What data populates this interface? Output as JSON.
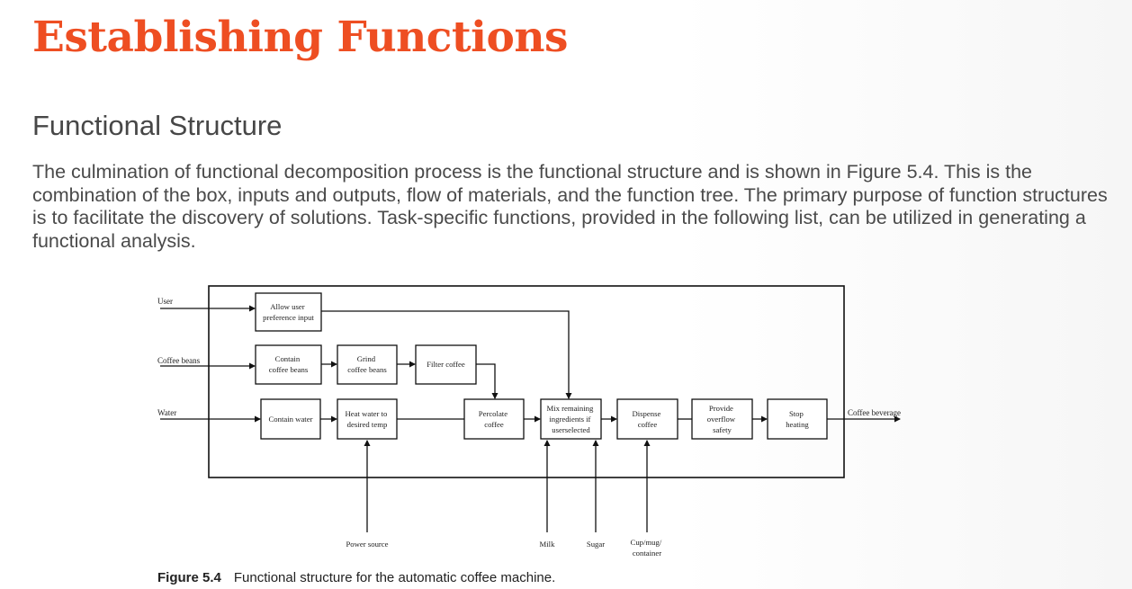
{
  "slide": {
    "title": "Establishing Functions",
    "subtitle": "Functional Structure",
    "body": "The culmination of functional decomposition process is the functional structure and is shown in Figure 5.4. This is the combination of the box, inputs and outputs, flow of materials, and the function tree. The primary purpose of function structures is to facilitate the discovery of solutions. Task-specific functions, provided in the following list, can be utilized in generating a functional analysis."
  },
  "diagram": {
    "inputs": {
      "user": "User",
      "coffee_beans": "Coffee beans",
      "water": "Water"
    },
    "output": "Coffee beverage",
    "boxes": {
      "allow_user": [
        "Allow user",
        "preference input"
      ],
      "contain_beans": [
        "Contain",
        "coffee beans"
      ],
      "grind": [
        "Grind",
        "coffee beans"
      ],
      "filter": [
        "Filter coffee"
      ],
      "contain_water": [
        "Contain water"
      ],
      "heat_water": [
        "Heat water to",
        "desired temp"
      ],
      "percolate": [
        "Percolate",
        "coffee"
      ],
      "mix": [
        "Mix remaining",
        "ingredients if",
        "userselected"
      ],
      "dispense": [
        "Dispense",
        "coffee"
      ],
      "provide_overflow": [
        "Provide",
        "overflow",
        "safety"
      ],
      "stop_heating": [
        "Stop",
        "heating"
      ]
    },
    "bottom_inputs": {
      "power": "Power source",
      "milk": "Milk",
      "sugar": "Sugar",
      "cup": [
        "Cup/mug/",
        "container"
      ]
    }
  },
  "caption": {
    "figure": "Figure 5.4",
    "text": "Functional structure for the automatic coffee machine."
  }
}
